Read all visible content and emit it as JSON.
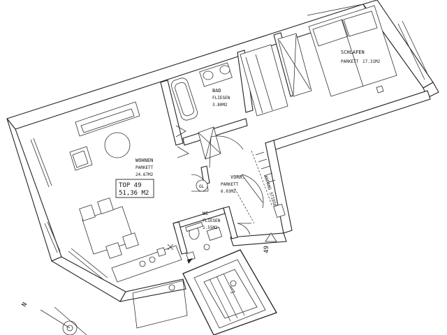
{
  "rooms": {
    "wohnen": {
      "name": "WOHNEN",
      "floor": "PARKETT",
      "area": "24.67M2"
    },
    "bad": {
      "name": "BAD",
      "floor": "FLIESEN",
      "area": "3.80M2"
    },
    "schlafen": {
      "name": "SCHLAFEN",
      "floor": "PARKETT",
      "area": "17.31M2"
    },
    "vorr": {
      "name": "VORR.",
      "floor": "PARKETT",
      "area": "6.03M2"
    },
    "wc": {
      "name": "WC",
      "floor": "FLIESEN",
      "area": "1.55M2"
    }
  },
  "unit": {
    "label": "TOP 49",
    "area": "51,36 M2"
  },
  "stair_number": "49",
  "gl_label": "GL",
  "north_label": "N",
  "stair_note": "ANFANG STIEGE",
  "colors": {
    "line": "#222222",
    "background": "#ffffff"
  }
}
